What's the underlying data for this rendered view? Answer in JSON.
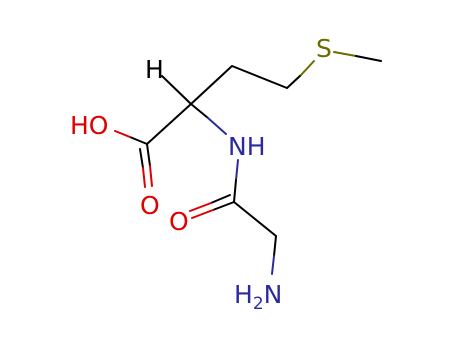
{
  "molecule": {
    "atoms": {
      "h": "H",
      "s": "S",
      "ho_hydroxyl": "HO",
      "o_acid": "O",
      "nh_amide": "NH",
      "o_amide": "O",
      "amine_h": "H",
      "amine_sub": "2",
      "amine_n": "N"
    },
    "colors": {
      "bond": "#000000",
      "sulfur": "#6b6b00",
      "oxygen": "#e00000",
      "nitrogen": "#2b2b9e"
    }
  }
}
